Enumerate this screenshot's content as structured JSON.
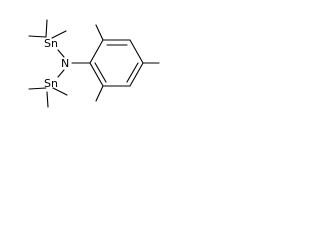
{
  "molecule": {
    "atoms": {
      "sn_top": "Sn",
      "nitrogen": "N",
      "sn_bottom": "Sn"
    }
  },
  "colors": {
    "bond": "#000000",
    "label": "#000000",
    "background": "#ffffff"
  }
}
